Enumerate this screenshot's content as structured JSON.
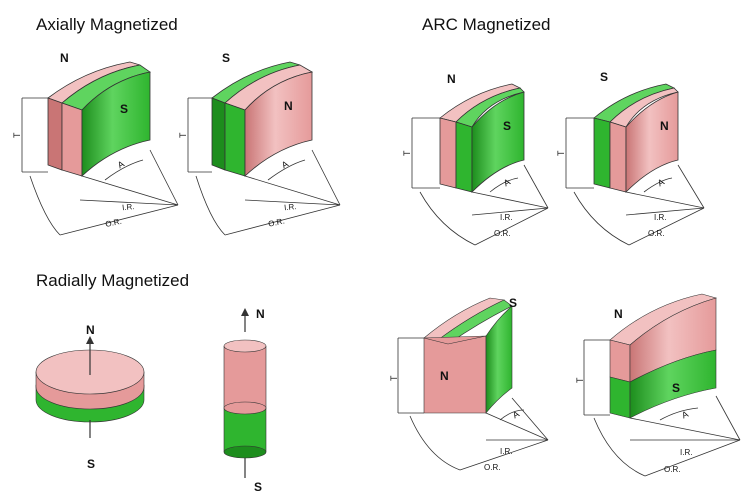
{
  "headings": {
    "axial": "Axially  Magnetized",
    "arc": "ARC  Magnetized",
    "radial": "Radially  Magnetized"
  },
  "colors": {
    "north": "#e59a9a",
    "north_light": "#f2c1c1",
    "north_dark": "#c97575",
    "south": "#2fb52f",
    "south_light": "#5fd45f",
    "south_dark": "#1d8d1d",
    "outline": "#333333"
  },
  "labels": {
    "north": "N",
    "south": "S",
    "thickness": "T",
    "angle": "A",
    "inner_radius": "I.R.",
    "outer_radius": "O.R."
  }
}
